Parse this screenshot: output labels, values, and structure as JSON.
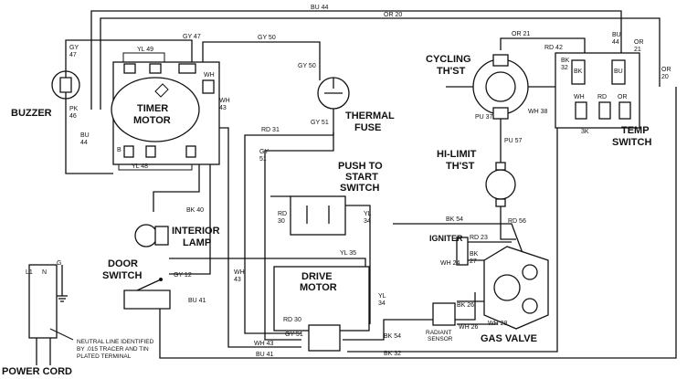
{
  "components": {
    "buzzer": "BUZZER",
    "timer_motor": [
      "TIMER",
      "MOTOR"
    ],
    "thermal_fuse": [
      "THERMAL",
      "FUSE"
    ],
    "cycling_thst": [
      "CYCLING",
      "TH'ST"
    ],
    "temp_switch": [
      "TEMP",
      "SWITCH"
    ],
    "hi_limit_thst": [
      "HI-LIMIT",
      "TH'ST"
    ],
    "push_to_start": [
      "PUSH TO",
      "START",
      "SWITCH"
    ],
    "interior_lamp": [
      "INTERIOR",
      "LAMP"
    ],
    "door_switch": [
      "DOOR",
      "SWITCH"
    ],
    "drive_motor": [
      "DRIVE",
      "MOTOR"
    ],
    "gas_valve": "GAS VALVE",
    "power_cord": "POWER CORD",
    "igniter": "IGNITER",
    "radiant_sensor": [
      "RADIANT",
      "SENSOR"
    ]
  },
  "note": [
    "NEUTRAL LINE IDENTIFIED",
    "BY .015 TRACER AND TIN",
    "PLATED TERMINAL"
  ],
  "wire_labels": {
    "bu44_top": "BU 44",
    "or20_top": "OR 20",
    "gy47_top": "GY 47",
    "gy50_top": "GY 50",
    "yl49": "YL 49",
    "gy47_left": [
      "GY",
      "47"
    ],
    "pk46": [
      "PK",
      "46"
    ],
    "bu44_left": [
      "BU",
      "44"
    ],
    "yl48": "YL 48",
    "gy50_fuse": "GY 50",
    "gy51": "GY 51",
    "wh43_timer": [
      "WH",
      "43"
    ],
    "rd31": "RD 31",
    "gy51_vert": [
      "GY",
      "51"
    ],
    "or21_top": "OR 21",
    "rd42": "RD 42",
    "bu44_right": [
      "BU",
      "44"
    ],
    "or21_right": [
      "OR",
      "21"
    ],
    "or20_right": [
      "OR",
      "20"
    ],
    "bk32_ts": [
      "BK",
      "32"
    ],
    "pu37": "PU 37",
    "wh38": "WH 38",
    "pu57": "PU 57",
    "rd56": "RD 56",
    "rd30_pts": [
      "RD",
      "30"
    ],
    "yl34_pts": [
      "YL",
      "34"
    ],
    "bk40": "BK 40",
    "yl35": "YL 35",
    "gy12": "GY 12",
    "bu41_ds": "BU 41",
    "wh43_vert": [
      "WH",
      "43"
    ],
    "yl34_vert": [
      "YL",
      "34"
    ],
    "rd30_dm": "RD 30",
    "gy51_dm": "GY 51",
    "wh43_dm": "WH 43",
    "bu41_bot": "BU 41",
    "bk54_dm": "BK 54",
    "bk32_bot": "BK 32",
    "bk54_gv": "BK 54",
    "rd23": "RD 23",
    "bk27": [
      "BK",
      "27"
    ],
    "wh24": "WH 24",
    "bk26": "BK 26",
    "wh26": "WH 26",
    "wh28": "WH 28"
  },
  "terminal_labels": {
    "timer_wh": "WH",
    "timer_b": "B",
    "ts_bk": "BK",
    "ts_bu": "BU",
    "ts_wh": "WH",
    "ts_rd": "RD",
    "ts_or": "OR",
    "ts_3k": "3K",
    "pc_l1": "L1",
    "pc_n": "N",
    "pc_g": "G"
  }
}
